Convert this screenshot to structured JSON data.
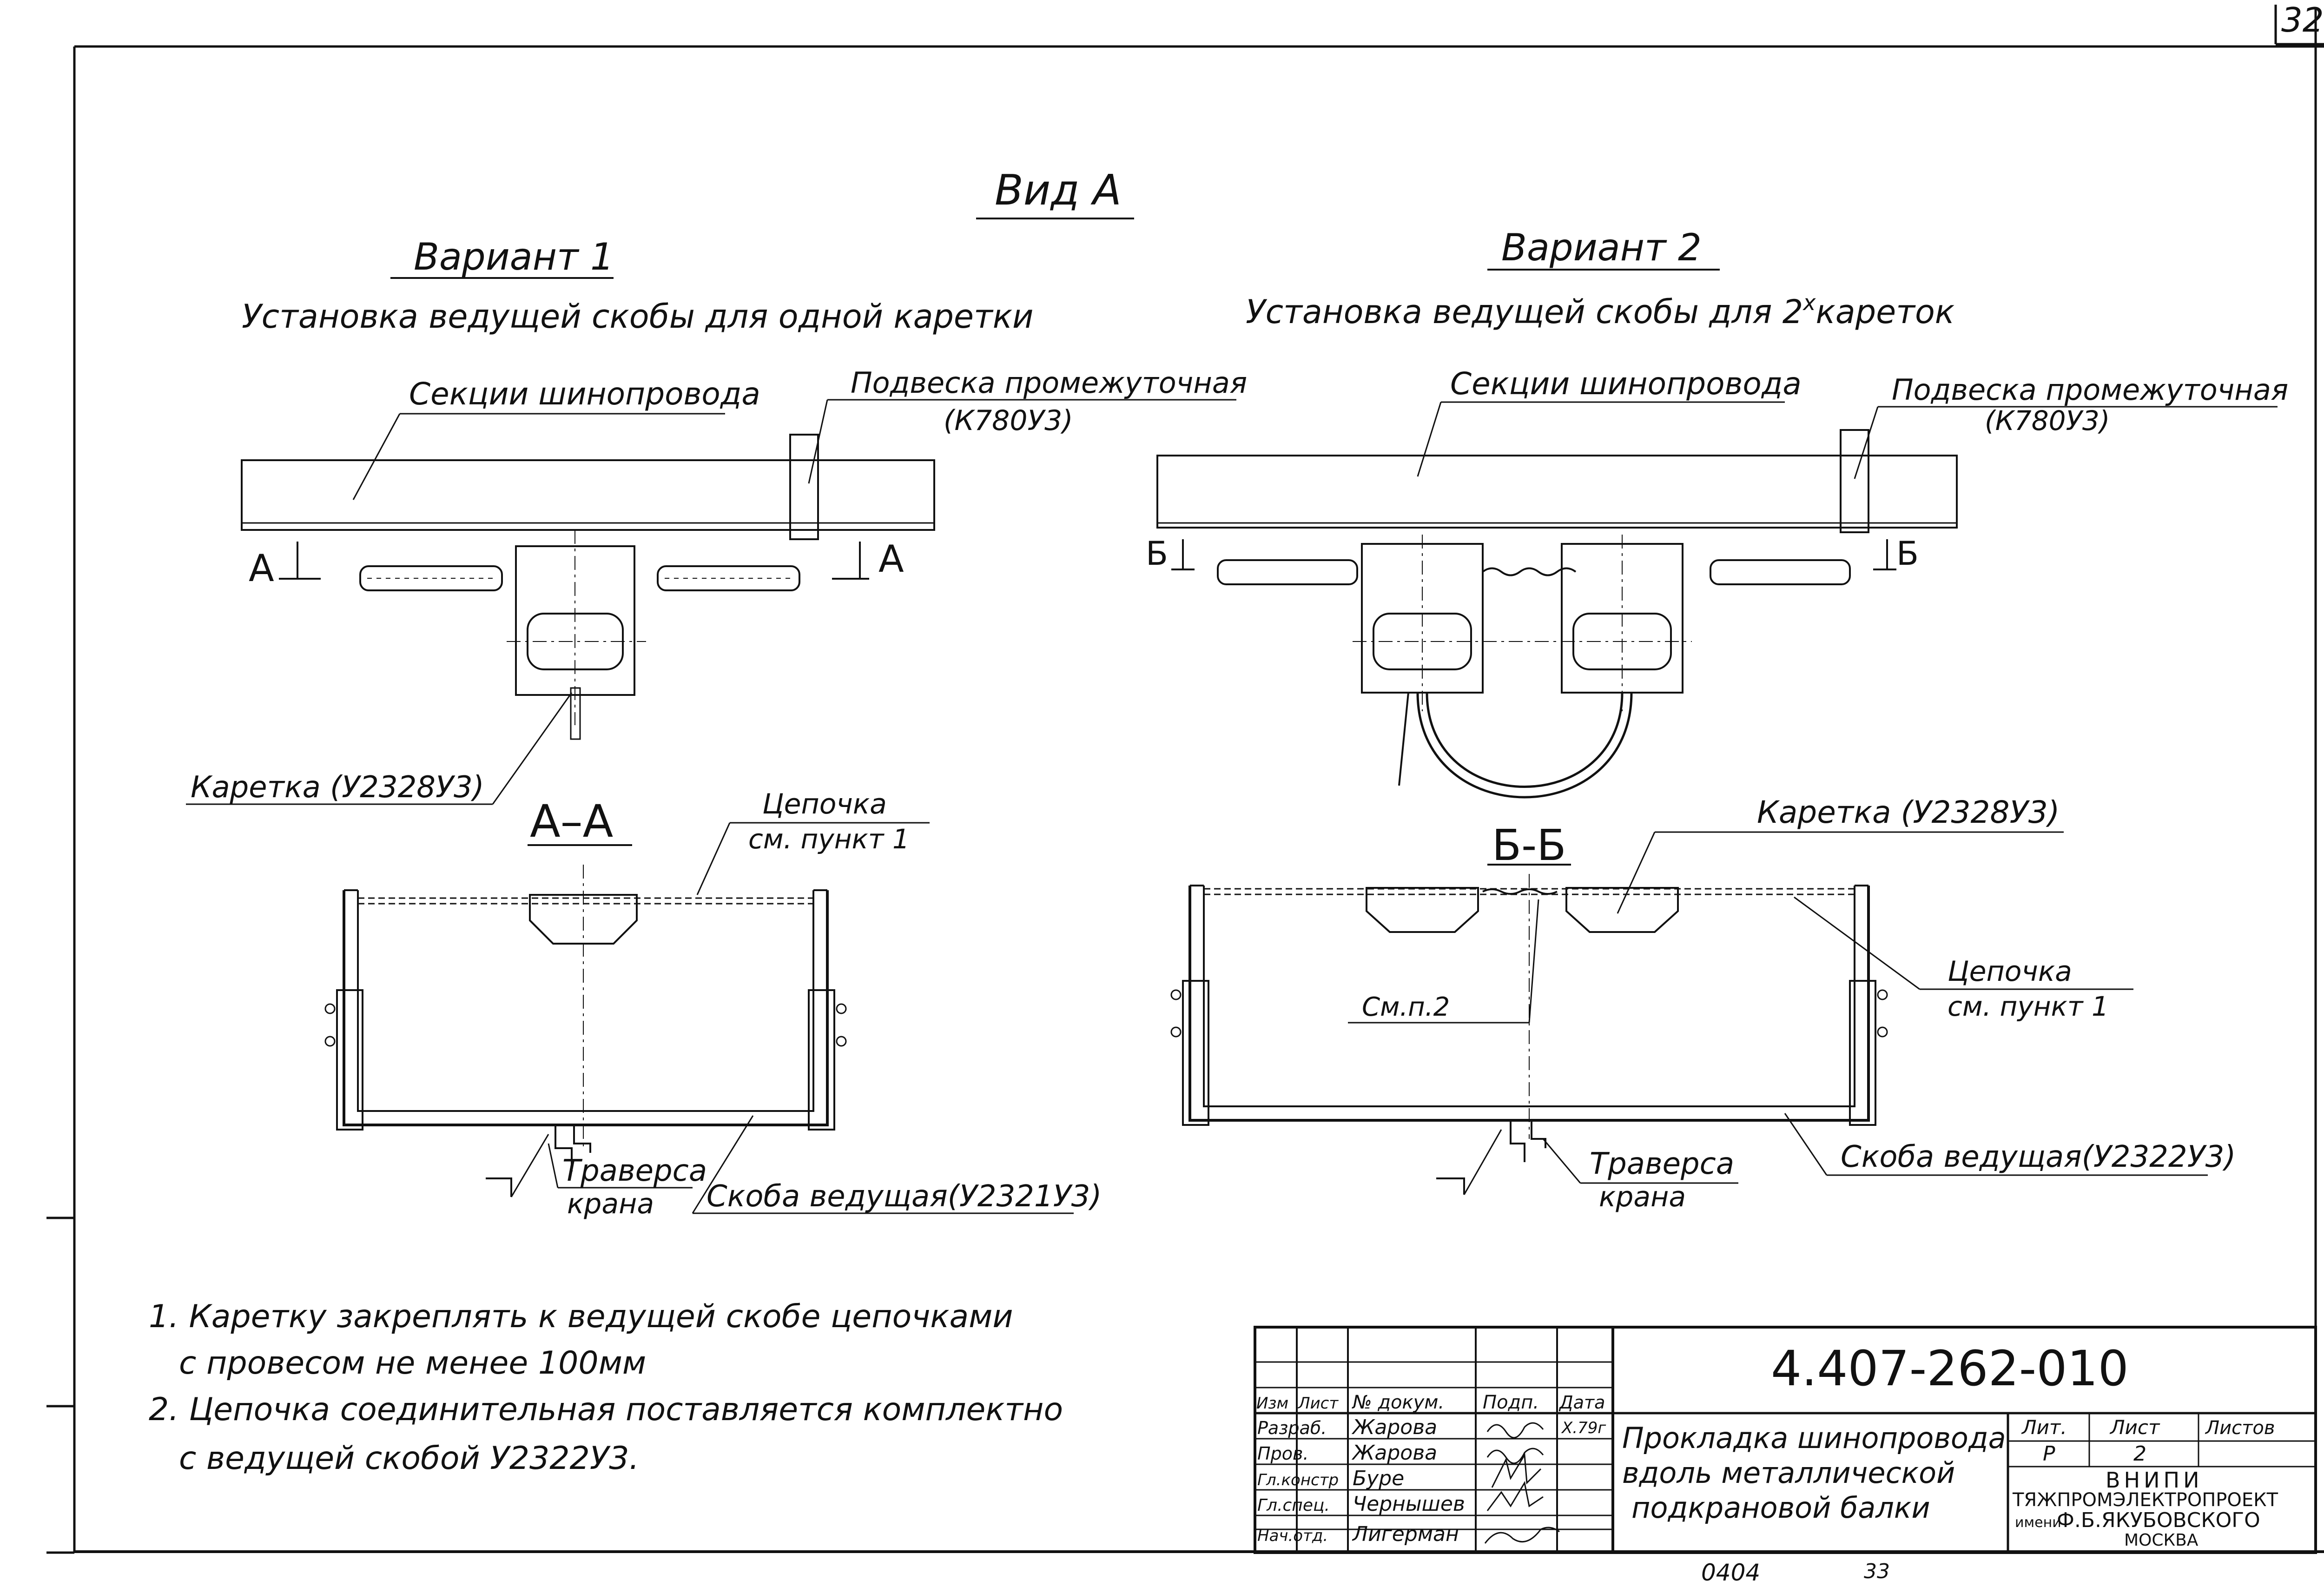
{
  "page_number": "32",
  "bottom_stamp_left": "0404",
  "bottom_stamp_right": "33",
  "view_title": "Вид А",
  "variant1": {
    "title": "Вариант 1",
    "subtitle": "Установка ведущей скобы для одной каретки",
    "label_bus_sections": "Секции шинопровода",
    "label_hanger": "Подвеска промежуточная",
    "label_hanger_code": "(К780У3)",
    "section_mark": "А",
    "label_carriage": "Каретка (У2328У3)"
  },
  "variant2": {
    "title": "Вариант 2",
    "subtitle_main": "Установка ведущей скобы для 2",
    "subtitle_sup": "х",
    "subtitle_end": "кареток",
    "label_bus_sections": "Секции шинопровода",
    "label_hanger": "Подвеска промежуточная",
    "label_hanger_code": "(К780У3)",
    "section_mark": "Б"
  },
  "section_aa": {
    "title": "А–А",
    "chain_label_1": "Цепочка",
    "chain_label_2": "см. пункт 1",
    "traverse_1": "Траверса",
    "traverse_2": "крана",
    "bracket_label": "Скоба ведущая(У2321У3)"
  },
  "section_bb": {
    "title": "Б-Б",
    "carriage_label": "Каретка (У2328У3)",
    "chain_label_1": "Цепочка",
    "chain_label_2": "см. пункт 1",
    "see_note": "См.п.2",
    "traverse_1": "Траверса",
    "traverse_2": "крана",
    "bracket_label": "Скоба ведущая(У2322У3)"
  },
  "notes": {
    "n1_line1": "1. Каретку закреплять к ведущей скобе цепочками",
    "n1_line2": "с провесом не менее 100мм",
    "n2_line1": "2. Цепочка соединительная поставляется комплектно",
    "n2_line2": "с ведущей скобой У2322У3."
  },
  "title_block": {
    "doc_number": "4.407-262-010",
    "headers": {
      "izm": "Изм",
      "list": "Лист",
      "doc": "№ докум.",
      "sign": "Подп.",
      "date": "Дата"
    },
    "rows": [
      {
        "role": "Разраб.",
        "name": "Жарова",
        "date": "Х.79г"
      },
      {
        "role": "Пров.",
        "name": "Жарова",
        "date": ""
      },
      {
        "role": "Гл.констр",
        "name": "Буре",
        "date": ""
      },
      {
        "role": "Гл.спец.",
        "name": "Чернышев",
        "date": ""
      },
      {
        "role": "Нач.отд.",
        "name": "Лигерман",
        "date": ""
      }
    ],
    "title_line1": "Прокладка шинопровода",
    "title_line2": "вдоль металлической",
    "title_line3": "подкрановой балки",
    "lit_header": "Лит.",
    "sheet_header": "Лист",
    "sheets_header": "Листов",
    "lit_value": "Р",
    "sheet_value": "2",
    "sheets_value": "",
    "org_line1": "ВНИПИ",
    "org_line2": "ТЯЖПРОМЭЛЕКТРОПРОЕКТ",
    "org_line3a": "имени",
    "org_line3b": "Ф.Б.ЯКУБОВСКОГО",
    "org_line4": "МОСКВА"
  }
}
